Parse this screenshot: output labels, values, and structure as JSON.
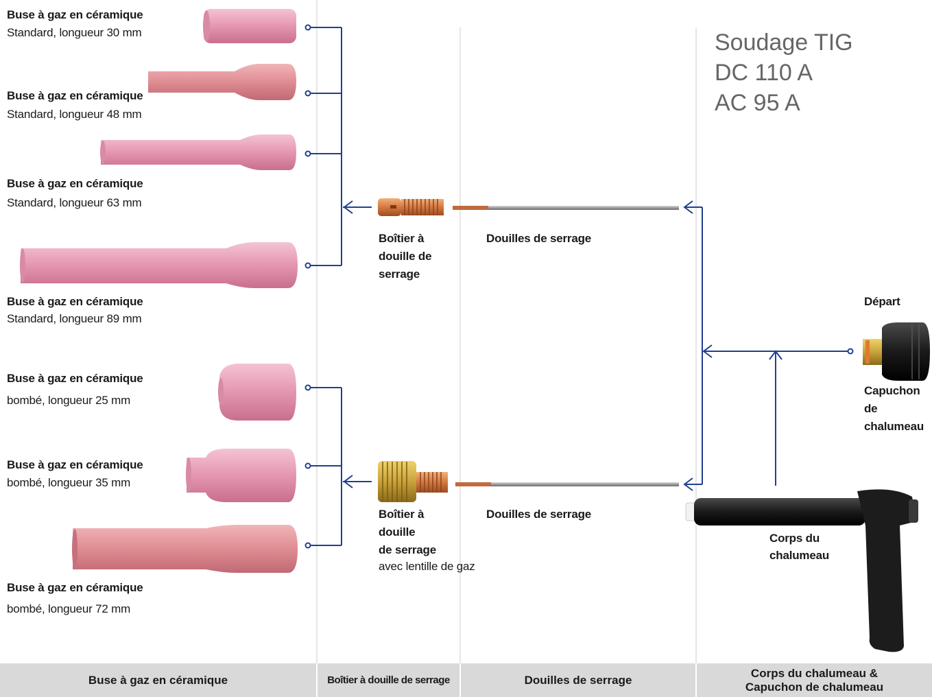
{
  "heading": {
    "line1": "Soudage TIG",
    "line2": "DC 110 A",
    "line3": "AC 95 A"
  },
  "nozzles_standard": [
    {
      "title": "Buse à gaz en céramique",
      "sub": "Standard, longueur 30 mm"
    },
    {
      "title": "Buse à gaz en céramique",
      "sub": "Standard, longueur 48 mm"
    },
    {
      "title": "Buse à gaz en céramique",
      "sub": "Standard, longueur 63 mm"
    },
    {
      "title": "Buse à gaz en céramique",
      "sub": "Standard, longueur 89 mm"
    }
  ],
  "nozzles_bombe": [
    {
      "title": "Buse à gaz en céramique",
      "sub": "bombé, longueur 25 mm"
    },
    {
      "title": "Buse à gaz en céramique",
      "sub": "bombé, longueur 35 mm"
    },
    {
      "title": "Buse à gaz en céramique",
      "sub": "bombé, longueur 72 mm"
    }
  ],
  "collet_body_1": {
    "l1": "Boîtier à",
    "l2": "douille de",
    "l3": "serrage"
  },
  "collet_body_2": {
    "l1": "Boîtier à",
    "l2": "douille",
    "l3": "de serrage",
    "sub": "avec lentille de gaz"
  },
  "collet_1": "Douilles de serrage",
  "collet_2": "Douilles de serrage",
  "cap": {
    "top": "Départ",
    "l1": "Capuchon",
    "l2": "de",
    "l3": "chalumeau"
  },
  "torch_body": {
    "l1": "Corps du",
    "l2": "chalumeau"
  },
  "footer": {
    "col1": "Buse à gaz en céramique",
    "col2": "Boîtier à douille de serrage",
    "col3": "Douilles de serrage",
    "col4_l1": "Corps du chalumeau &",
    "col4_l2": "Capuchon de chalumeau"
  },
  "colors": {
    "connector": "#1f3f8f",
    "nozzle": "#e8a0b4",
    "copper": "#d07a4a",
    "brass": "#c9a23a"
  }
}
